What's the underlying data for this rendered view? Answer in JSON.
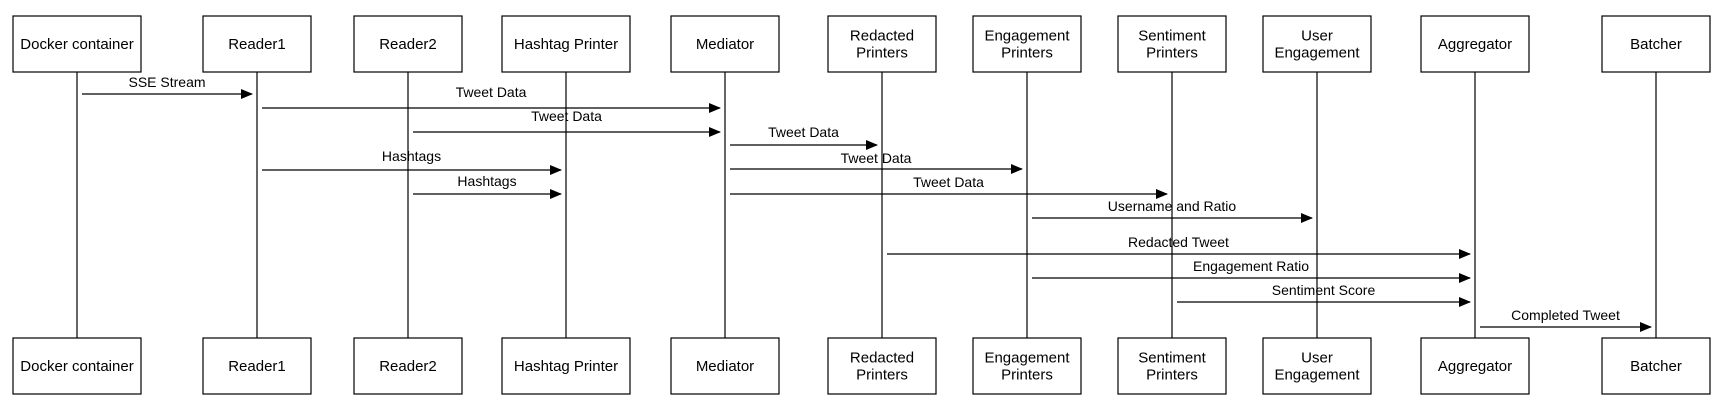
{
  "colors": {
    "stroke": "#000000",
    "background": "#ffffff"
  },
  "participants": [
    {
      "id": "docker",
      "lines": [
        "Docker container"
      ]
    },
    {
      "id": "reader1",
      "lines": [
        "Reader1"
      ]
    },
    {
      "id": "reader2",
      "lines": [
        "Reader2"
      ]
    },
    {
      "id": "hashtag",
      "lines": [
        "Hashtag Printer"
      ]
    },
    {
      "id": "mediator",
      "lines": [
        "Mediator"
      ]
    },
    {
      "id": "redacted",
      "lines": [
        "Redacted",
        "Printers"
      ]
    },
    {
      "id": "engagement",
      "lines": [
        "Engagement",
        "Printers"
      ]
    },
    {
      "id": "sentiment",
      "lines": [
        "Sentiment",
        "Printers"
      ]
    },
    {
      "id": "user",
      "lines": [
        "User",
        "Engagement"
      ]
    },
    {
      "id": "aggregator",
      "lines": [
        "Aggregator"
      ]
    },
    {
      "id": "batcher",
      "lines": [
        "Batcher"
      ]
    }
  ],
  "messages": [
    {
      "from": "docker",
      "to": "reader1",
      "label": "SSE Stream"
    },
    {
      "from": "reader1",
      "to": "mediator",
      "label": "Tweet Data"
    },
    {
      "from": "reader2",
      "to": "mediator",
      "label": "Tweet Data"
    },
    {
      "from": "mediator",
      "to": "redacted",
      "label": "Tweet Data"
    },
    {
      "from": "reader1",
      "to": "hashtag",
      "label": "Hashtags"
    },
    {
      "from": "mediator",
      "to": "engagement",
      "label": "Tweet Data"
    },
    {
      "from": "reader2",
      "to": "hashtag",
      "label": "Hashtags"
    },
    {
      "from": "mediator",
      "to": "sentiment",
      "label": "Tweet Data"
    },
    {
      "from": "engagement",
      "to": "user",
      "label": "Username and Ratio"
    },
    {
      "from": "redacted",
      "to": "aggregator",
      "label": "Redacted Tweet"
    },
    {
      "from": "engagement",
      "to": "aggregator",
      "label": "Engagement Ratio"
    },
    {
      "from": "sentiment",
      "to": "aggregator",
      "label": "Sentiment Score"
    },
    {
      "from": "aggregator",
      "to": "batcher",
      "label": "Completed Tweet"
    }
  ]
}
